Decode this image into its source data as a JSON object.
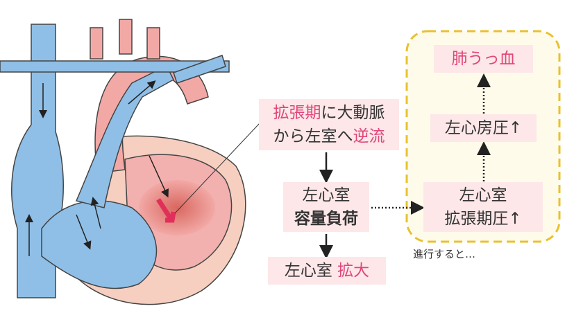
{
  "cause": {
    "highlight1": "拡張期",
    "text1": "に大動脈",
    "text2": "から左室へ",
    "highlight2": "逆流"
  },
  "load": {
    "line1": "左心室",
    "line2": "容量負荷"
  },
  "result": {
    "text": "左心室",
    "highlight": "拡大"
  },
  "progression": {
    "pressure_lv": {
      "line1": "左心室",
      "line2": "拡張期圧↑"
    },
    "pressure_la": "左心房圧↑",
    "congestion": "肺うっ血",
    "note": "進行すると…"
  },
  "colors": {
    "accent": "#e0457a",
    "box_fill": "#fde7e8",
    "dashed_border": "#e8c130",
    "dashed_fill": "#fffbea"
  }
}
